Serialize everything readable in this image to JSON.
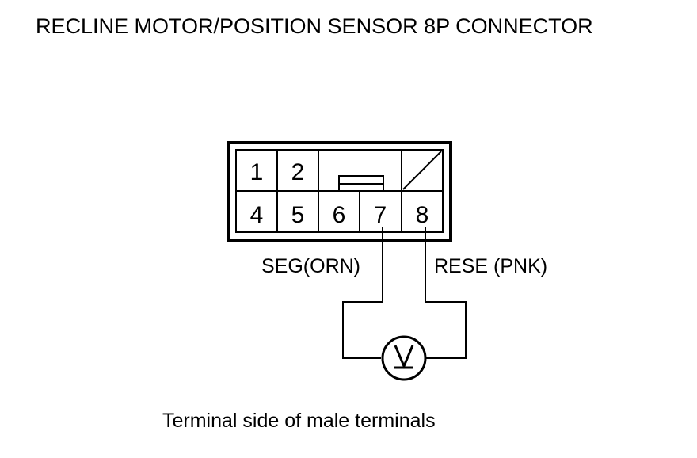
{
  "title": "RECLINE MOTOR/POSITION SENSOR 8P CONNECTOR",
  "pins": {
    "p1": "1",
    "p2": "2",
    "p4": "4",
    "p5": "5",
    "p6": "6",
    "p7": "7",
    "p8": "8"
  },
  "wires": {
    "left_label": "SEG(ORN)",
    "right_label": "RESE (PNK)"
  },
  "meter_icon": "voltmeter-icon",
  "caption": "Terminal side of male terminals"
}
